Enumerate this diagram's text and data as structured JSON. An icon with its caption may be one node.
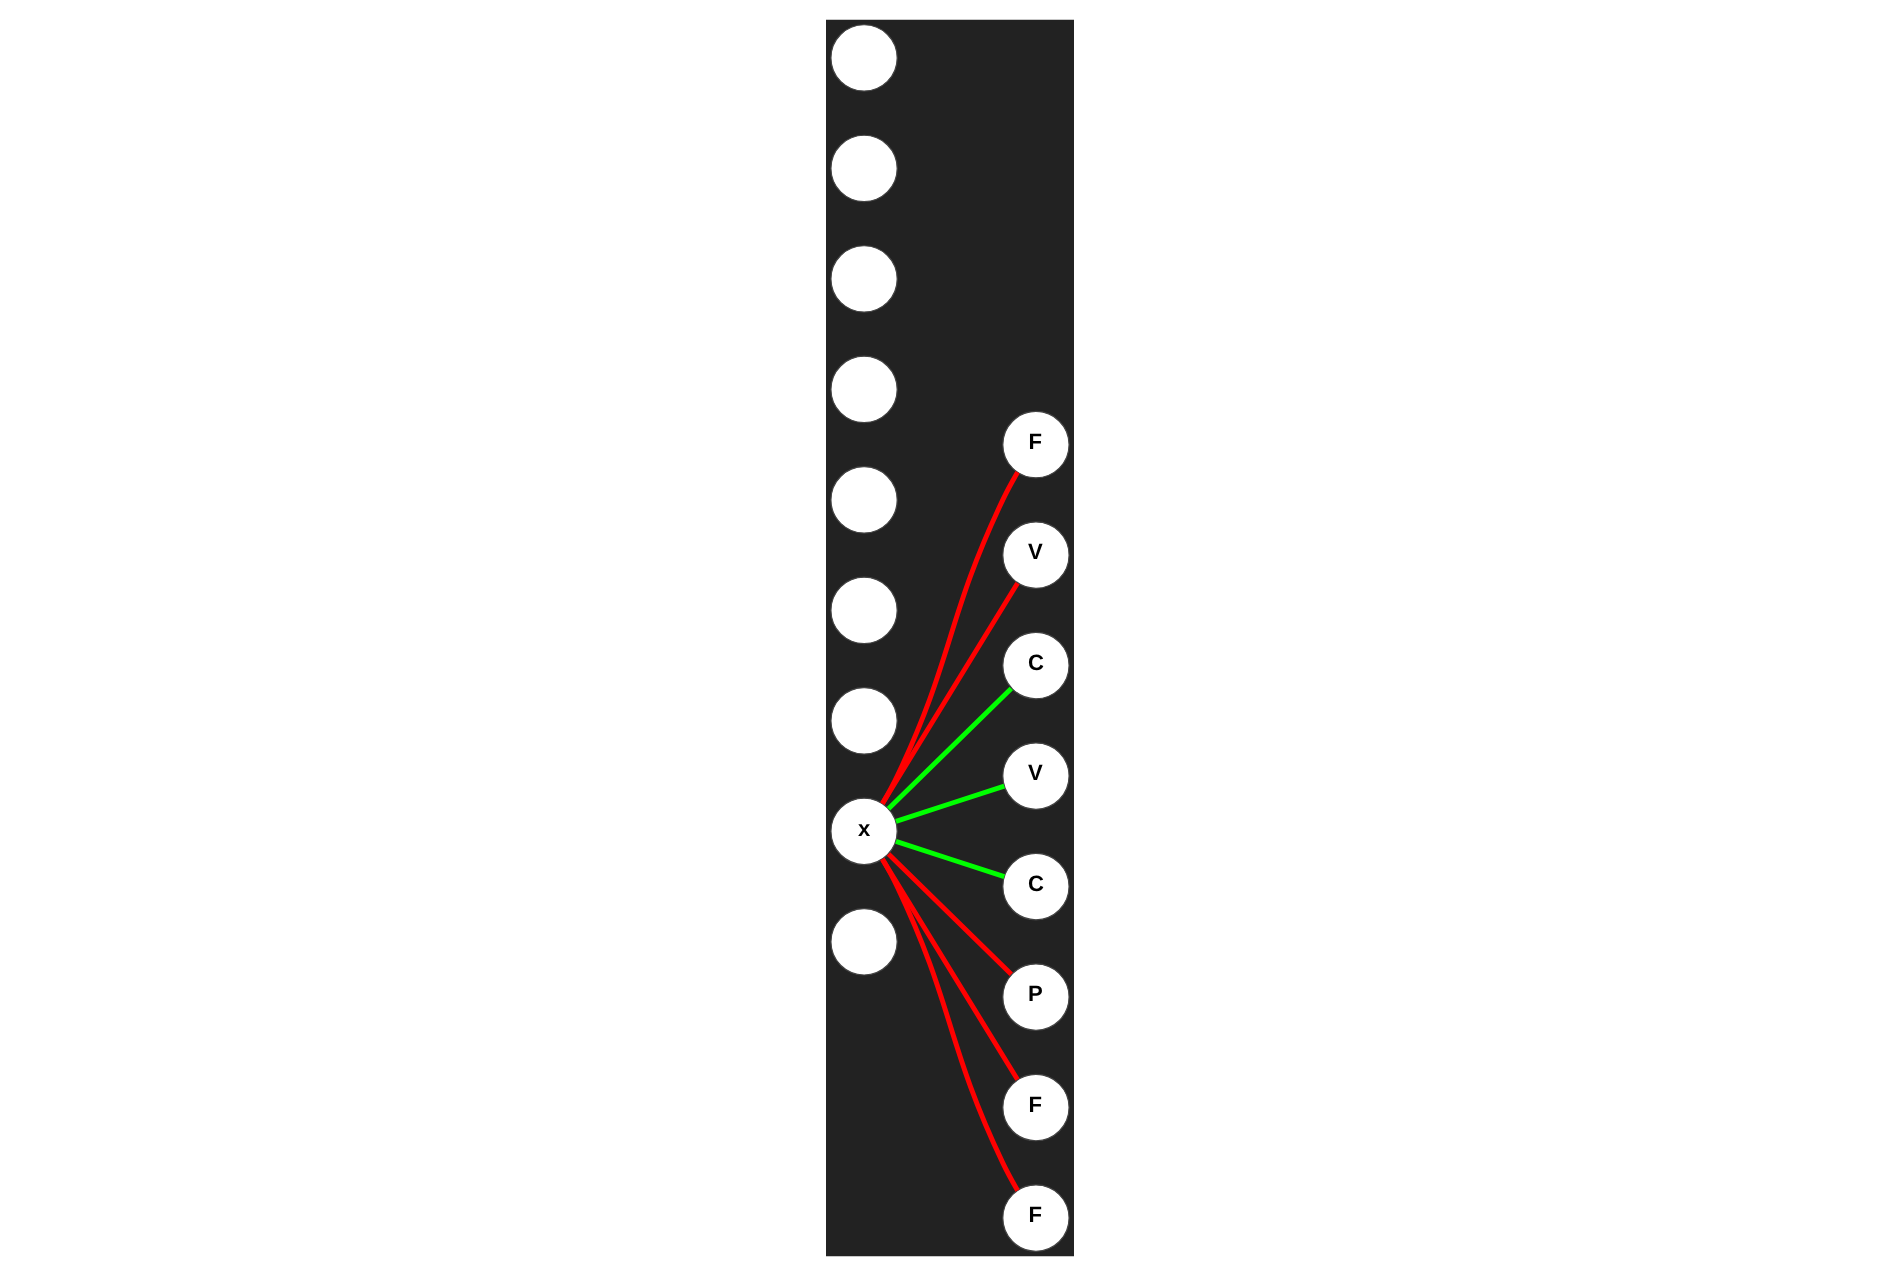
{
  "diagram": {
    "nodes": [
      {
        "text": [],
        "shape": "circle"
      },
      {
        "text": [
          "F"
        ]
      },
      {
        "text": [
          "V"
        ]
      },
      {
        "text": [],
        "shape": "circle"
      },
      {
        "text": [
          "C"
        ]
      },
      {
        "text": [],
        "shape": "circle"
      },
      {
        "text": [
          "V"
        ]
      },
      {
        "text": [
          "x"
        ]
      },
      {
        "text": [
          "C"
        ]
      },
      {
        "text": [],
        "shape": "circle"
      },
      {
        "text": [
          "P"
        ]
      },
      {
        "text": [
          "F"
        ]
      },
      {
        "text": [],
        "shape": "circle"
      },
      {
        "text": [],
        "shape": "circle"
      },
      {
        "text": [
          "F"
        ]
      },
      {
        "text": [],
        "shape": "circle"
      },
      {
        "text": [],
        "shape": "circle"
      }
    ],
    "edges": [
      {
        "from": 7,
        "to": 1,
        "arrow": "none"
      },
      {
        "from": 7,
        "to": 2,
        "arrow": "none"
      },
      {
        "from": 7,
        "to": 4,
        "arrow": "none",
        "color": "#00ff00"
      },
      {
        "from": 7,
        "to": 6,
        "arrow": "none",
        "color": "#00ff00"
      },
      {
        "from": 7,
        "to": 8,
        "arrow": "none",
        "color": "#00ff00"
      },
      {
        "from": 7,
        "to": 10,
        "arrow": "none"
      },
      {
        "from": 7,
        "to": 11,
        "arrow": "none"
      },
      {
        "from": 7,
        "to": 14,
        "arrow": "none"
      }
    ]
  }
}
